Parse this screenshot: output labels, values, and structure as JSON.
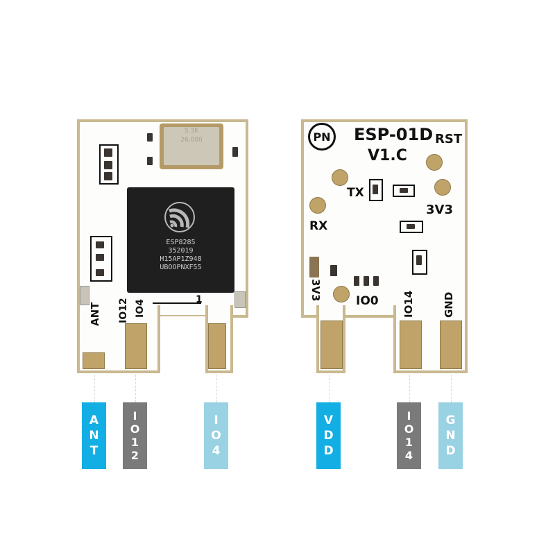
{
  "front_board": {
    "chip": {
      "lines": [
        "ESP8285",
        "352019",
        "H15AP1Z948",
        "UBOOPNXF55"
      ]
    },
    "crystal_text": [
      "S.3K",
      "26.000"
    ],
    "silkscreen": {
      "ant": "ANT",
      "io12": "IO12",
      "io4": "IO4",
      "pin1_mark": "1"
    }
  },
  "back_board": {
    "title": "ESP-01D",
    "version": "V1.C",
    "logo": "PN",
    "silkscreen": {
      "rst": "RST",
      "tx": "TX",
      "rx": "RX",
      "v33_right": "3V3",
      "v33_left": "3V3",
      "io0": "IO0",
      "io14": "IO14",
      "gnd": "GND"
    }
  },
  "pin_labels": [
    {
      "id": "ant",
      "chars": [
        "A",
        "N",
        "T"
      ],
      "color": "#12aee4"
    },
    {
      "id": "io12",
      "chars": [
        "I",
        "O",
        "1",
        "2"
      ],
      "color": "#7a7a7a"
    },
    {
      "id": "io4",
      "chars": [
        "I",
        "O",
        "4"
      ],
      "color": "#99d2e2"
    },
    {
      "id": "vdd",
      "chars": [
        "V",
        "D",
        "D"
      ],
      "color": "#12aee4"
    },
    {
      "id": "io14",
      "chars": [
        "I",
        "O",
        "1",
        "4"
      ],
      "color": "#7a7a7a"
    },
    {
      "id": "gnd",
      "chars": [
        "G",
        "N",
        "D"
      ],
      "color": "#99d2e2"
    }
  ]
}
